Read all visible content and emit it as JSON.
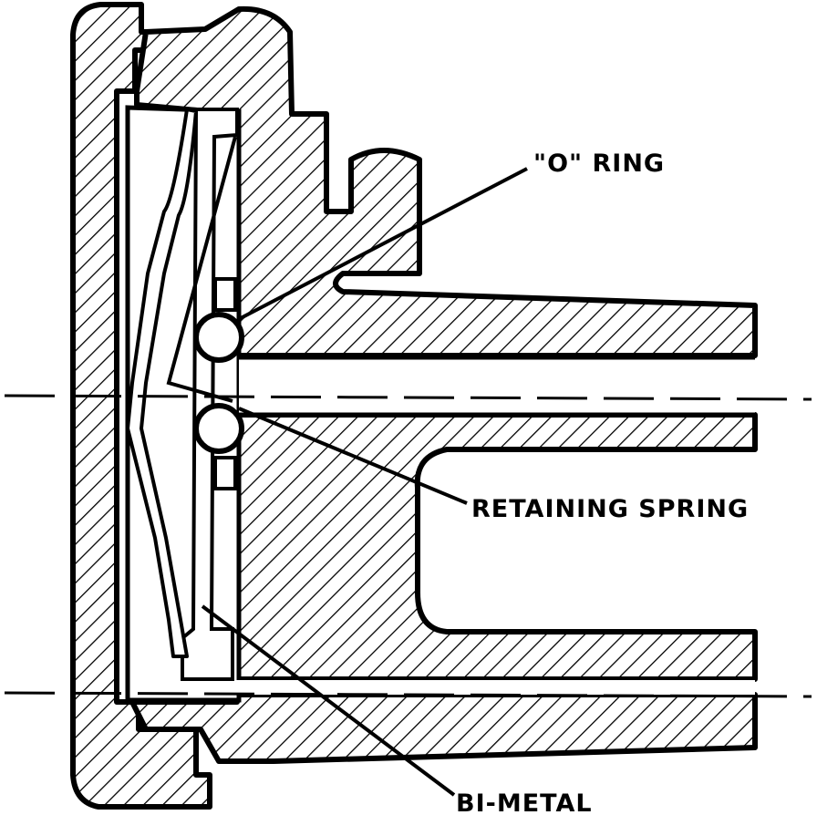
{
  "colors": {
    "ink": "#000000",
    "paper": "#ffffff"
  },
  "labels": {
    "o_ring": "\"O\" RING",
    "retaining_spring": "RETAINING SPRING",
    "bi_metal": "BI-METAL"
  }
}
